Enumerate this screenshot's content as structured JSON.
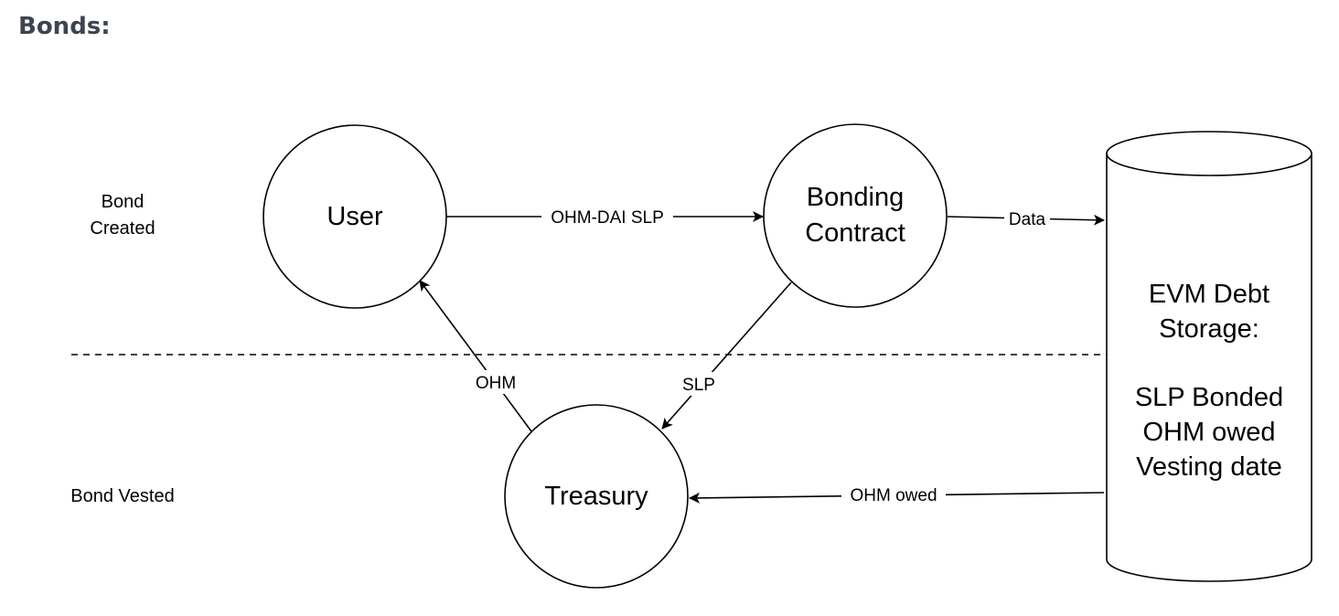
{
  "heading": "Bonds:",
  "phases": {
    "top_line1": "Bond",
    "top_line2": "Created",
    "bottom": "Bond Vested"
  },
  "nodes": {
    "user": "User",
    "contract_line1": "Bonding",
    "contract_line2": "Contract",
    "treasury": "Treasury",
    "storage_lines": [
      "EVM Debt",
      "Storage:",
      "",
      "SLP Bonded",
      "OHM owed",
      "Vesting date"
    ]
  },
  "edges": {
    "user_to_contract": "OHM-DAI SLP",
    "contract_to_storage": "Data",
    "contract_to_treasury": "SLP",
    "treasury_to_user": "OHM",
    "storage_to_treasury": "OHM owed"
  }
}
